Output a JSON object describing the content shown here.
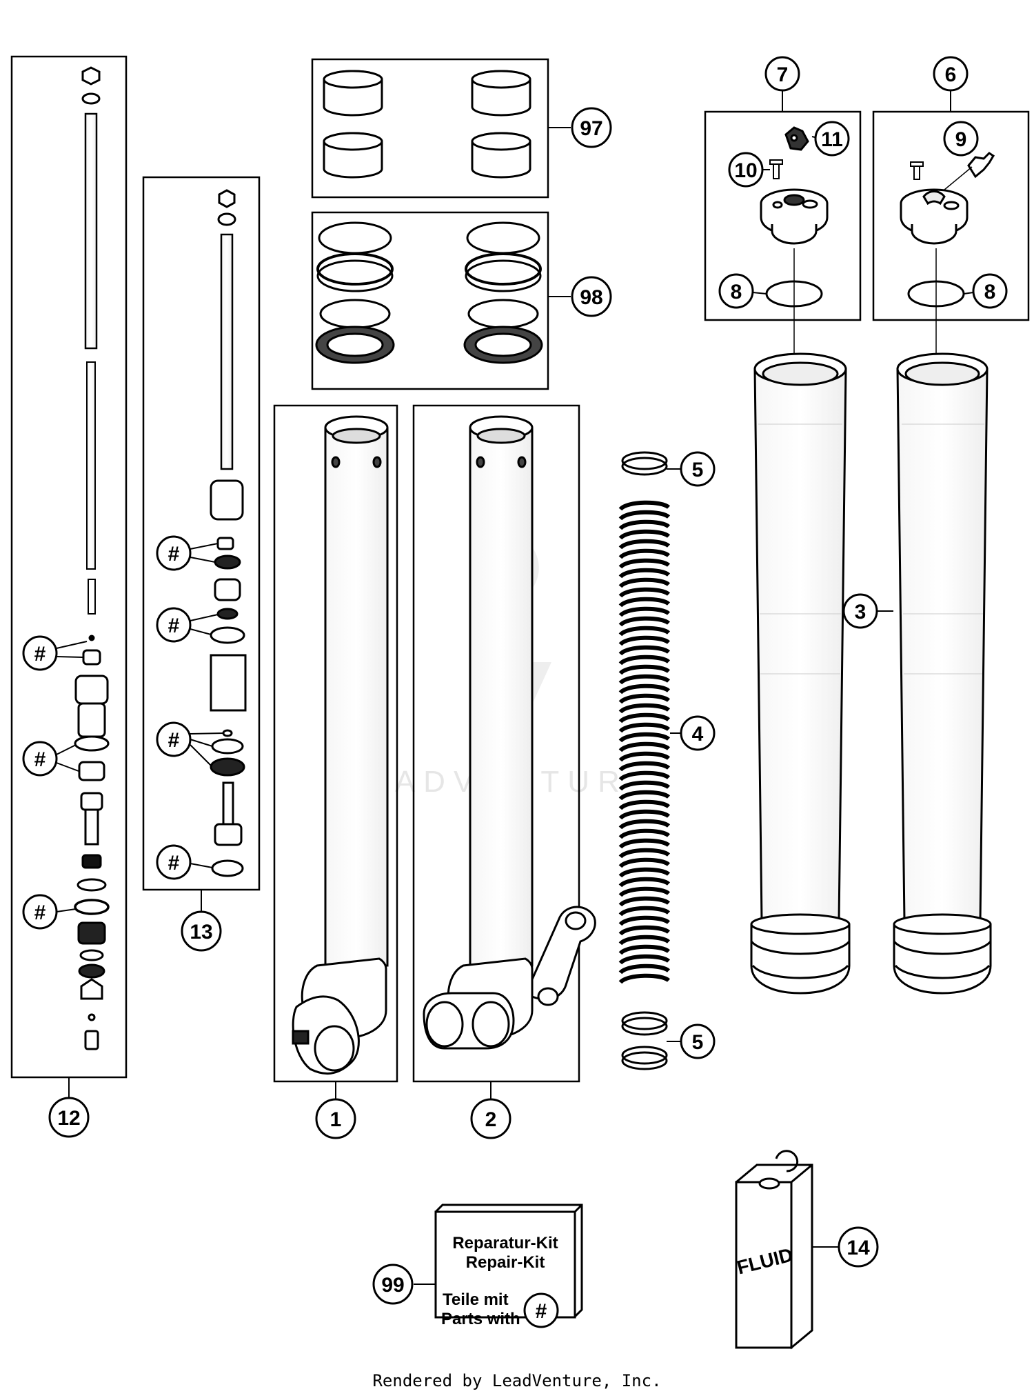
{
  "callouts": {
    "c1": "1",
    "c2": "2",
    "c3": "3",
    "c4": "4",
    "c5a": "5",
    "c5b": "5",
    "c6": "6",
    "c7": "7",
    "c8a": "8",
    "c8b": "8",
    "c9": "9",
    "c10": "10",
    "c11": "11",
    "c12": "12",
    "c13": "13",
    "c14": "14",
    "c97": "97",
    "c98": "98",
    "c99": "99",
    "hash": "#"
  },
  "kit_box": {
    "line1": "Reparatur-Kit",
    "line2": "Repair-Kit",
    "line3": "Teile mit",
    "line4": "Parts with"
  },
  "can_label": "FLUID",
  "watermark": "LEADVENTURE",
  "footer": "Rendered by LeadVenture, Inc."
}
